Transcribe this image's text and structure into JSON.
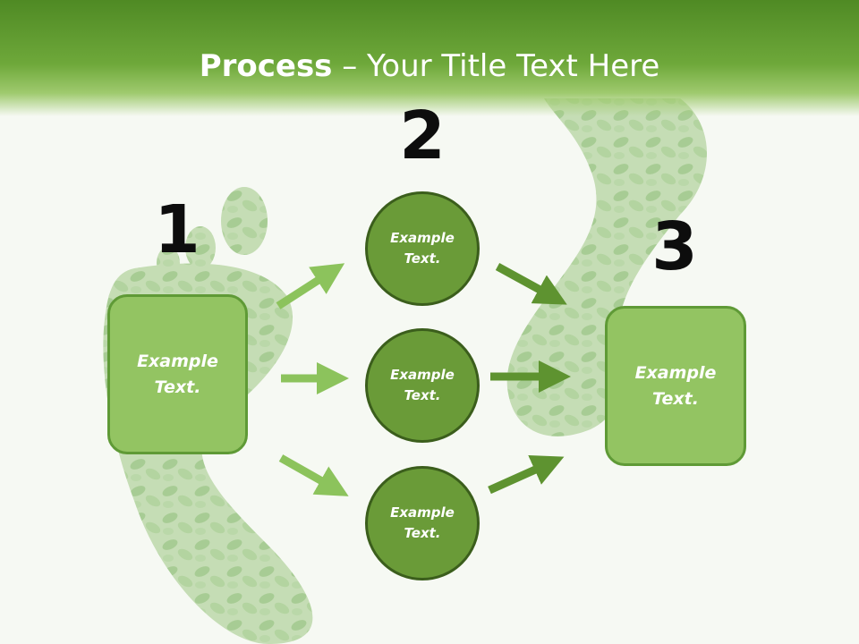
{
  "title": {
    "bold": "Process",
    "rest": " – Your Title Text Here"
  },
  "steps": {
    "one": "1",
    "two": "2",
    "three": "3"
  },
  "box_left": "Example Text.",
  "circles": [
    "Example Text.",
    "Example Text.",
    "Example Text."
  ],
  "box_right": "Example Text.",
  "colors": {
    "header": "#5e9a2e",
    "light_green": "#93c462",
    "dark_green": "#6a9b38",
    "arrow_light": "#8cc35c",
    "arrow_dark": "#5e9330"
  }
}
